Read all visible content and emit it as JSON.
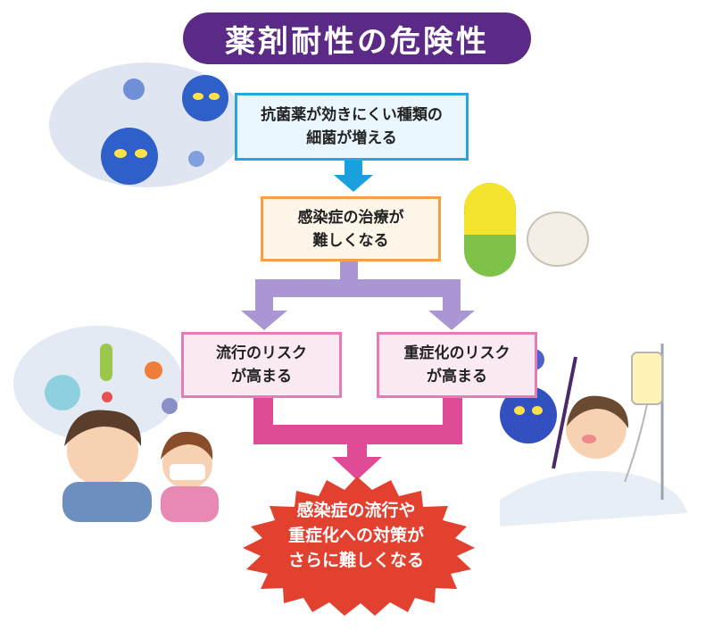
{
  "title": "薬剤耐性の危険性",
  "flow": {
    "step1": "抗菌薬が効きにくい種類の\n細菌が増える",
    "step2": "感染症の治療が\n難しくなる",
    "step3_left": "流行のリスク\nが高まる",
    "step3_right": "重症化のリスク\nが高まる",
    "result": "感染症の流行や\n重症化への対策が\nさらに難しくなる"
  },
  "colors": {
    "title_bg": "#5b2a86",
    "arrow_blue": "#1aa0dd",
    "arrow_purple": "#a996d2",
    "arrow_pink": "#e04b98",
    "burst": "#e2412f"
  }
}
